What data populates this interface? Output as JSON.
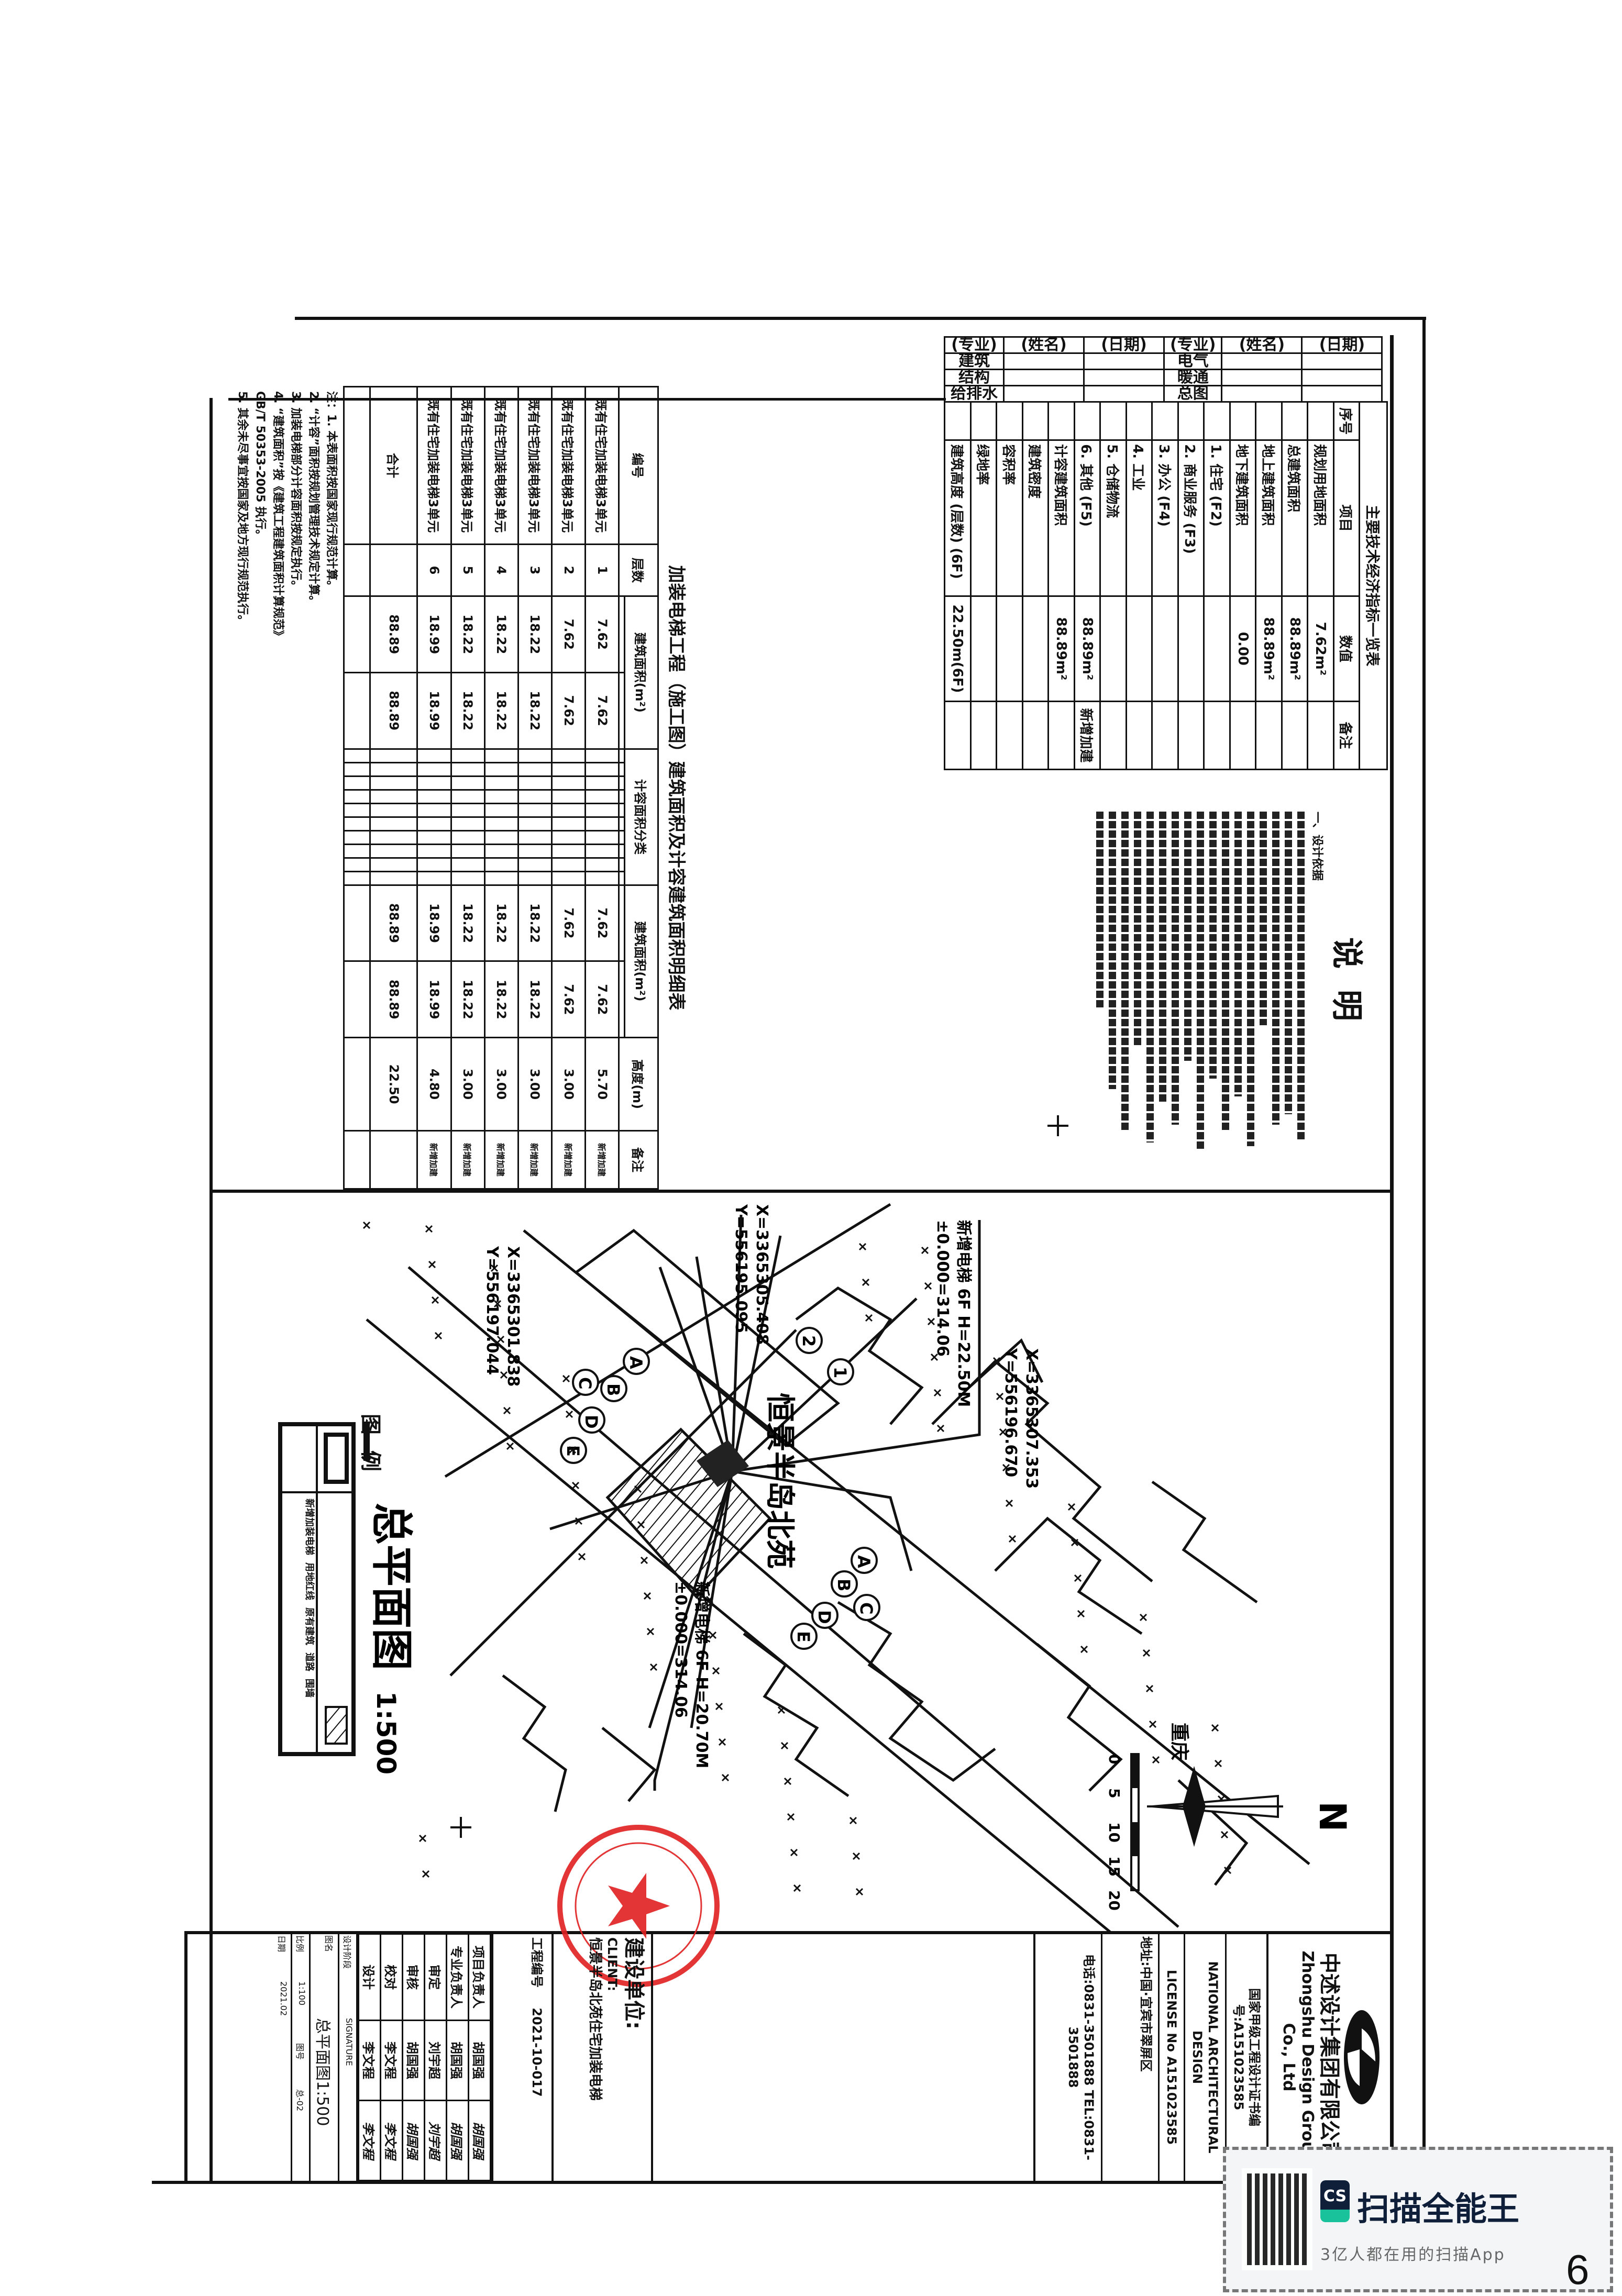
{
  "signoff": {
    "headers": [
      "(专业)",
      "(姓名)",
      "(日期)"
    ],
    "left_disciplines": [
      "建筑",
      "结构",
      "给排水"
    ],
    "right_disciplines": [
      "电气",
      "暖通",
      "总图"
    ]
  },
  "indicators": {
    "title": "主要技术经济指标一览表",
    "headers": [
      "序号",
      "项目",
      "数值",
      "备注"
    ],
    "rows": [
      {
        "label": "规划用地面积",
        "value": "7.62m²",
        "note": ""
      },
      {
        "label": "总建筑面积",
        "value": "88.89m²",
        "note": ""
      },
      {
        "label": "地上建筑面积",
        "value": "88.89m²",
        "note": ""
      },
      {
        "label": "地下建筑面积",
        "value": "0.00",
        "note": ""
      },
      {
        "label": "1. 住宅 (F2)",
        "value": "",
        "note": ""
      },
      {
        "label": "2. 商业服务 (F3)",
        "value": "",
        "note": ""
      },
      {
        "label": "3. 办公 (F4)",
        "value": "",
        "note": ""
      },
      {
        "label": "4. 工业",
        "value": "",
        "note": ""
      },
      {
        "label": "5. 仓储物流",
        "value": "",
        "note": ""
      },
      {
        "label": "6. 其他 (F5)",
        "value": "88.89m²",
        "note": "新增加建"
      },
      {
        "label": "计容建筑面积",
        "value": "88.89m²",
        "note": ""
      },
      {
        "label": "建筑密度",
        "value": "",
        "note": ""
      },
      {
        "label": "容积率",
        "value": "",
        "note": ""
      },
      {
        "label": "绿地率",
        "value": "",
        "note": ""
      },
      {
        "label": "建筑高度 (层数) (6F)",
        "value": "22.50m(6F)",
        "note": ""
      }
    ]
  },
  "notes_right": {
    "heading": "说明",
    "first_item": "一、设计依据"
  },
  "area_table": {
    "title": "加装电梯工程（施工图）建筑面积及计容建筑面积明细表",
    "headers": [
      "编号",
      "层数",
      "建筑面积(m²)",
      "计容面积分类",
      "高度(m)",
      "备注"
    ],
    "subheader": "计容面积分类",
    "rows": [
      {
        "name": "既有住宅加装电梯3单元",
        "floor": "1",
        "area": "7.62",
        "area2": "7.62",
        "floor_area": "7.62",
        "floor_area2": "7.62",
        "height": "5.70",
        "note": "新增加建"
      },
      {
        "name": "既有住宅加装电梯3单元",
        "floor": "2",
        "area": "7.62",
        "area2": "7.62",
        "floor_area": "7.62",
        "floor_area2": "7.62",
        "height": "3.00",
        "note": "新增加建"
      },
      {
        "name": "既有住宅加装电梯3单元",
        "floor": "3",
        "area": "18.22",
        "area2": "18.22",
        "floor_area": "18.22",
        "floor_area2": "18.22",
        "height": "3.00",
        "note": "新增加建"
      },
      {
        "name": "既有住宅加装电梯3单元",
        "floor": "4",
        "area": "18.22",
        "area2": "18.22",
        "floor_area": "18.22",
        "floor_area2": "18.22",
        "height": "3.00",
        "note": "新增加建"
      },
      {
        "name": "既有住宅加装电梯3单元",
        "floor": "5",
        "area": "18.22",
        "area2": "18.22",
        "floor_area": "18.22",
        "floor_area2": "18.22",
        "height": "3.00",
        "note": "新增加建"
      },
      {
        "name": "既有住宅加装电梯3单元",
        "floor": "6",
        "area": "18.99",
        "area2": "18.99",
        "floor_area": "18.99",
        "floor_area2": "18.99",
        "height": "4.80",
        "note": "新增加建"
      }
    ],
    "total_label": "合计",
    "total_area": "88.89",
    "total_area2": "88.89",
    "total_height": "22.50",
    "notes": [
      "注：1. 本表面积按国家现行规范计算。",
      "2. “计容”面积按规划管理技术规定计算。",
      "3. 加装电梯部分计容面积按规定执行。",
      "4. “建筑面积”按《建筑工程建筑面积计算规范》",
      "GB/T 50353-2005 执行。",
      "5. 其余未尽事宜按国家及地方现行规范执行。"
    ]
  },
  "site_plan": {
    "title": "总平面图",
    "scale": "1:500",
    "community_name": "恒景半岛北苑",
    "building1": {
      "label": "新增电梯 6F H=22.50M",
      "datum": "±0.000=314.06"
    },
    "building2": {
      "label": "新增电梯 6F H=20.70M",
      "datum": "±0.000=314.06"
    },
    "coords": [
      {
        "x": "X=3365305.408",
        "y": "Y=556195.095"
      },
      {
        "x": "X=3365307.353",
        "y": "Y=556196.670"
      },
      {
        "x": "X=3365301.838",
        "y": "Y=556197.044"
      }
    ],
    "unit_markers": [
      "A",
      "B",
      "C",
      "D",
      "E"
    ],
    "building_numbers": [
      "1",
      "2"
    ],
    "north": "N",
    "city": "重庆",
    "scale_ticks": [
      "0",
      "5",
      "10",
      "15",
      "20"
    ],
    "legend": {
      "title": "图例",
      "items": [
        "新增加装电梯",
        "用地红线",
        "原有建筑",
        "道路",
        "围墙"
      ]
    }
  },
  "title_block": {
    "company_cn": "中述设计集团有限公司",
    "company_en": "Zhongshu Design Group Co., Ltd",
    "license_cn": "国家甲级工程设计证书编号:A151023585",
    "license_en1": "NATIONAL ARCHITECTURAL DESIGN",
    "license_en2": "LICENSE No A151023585",
    "address": "地址:中国·宜宾市翠屏区",
    "phone": "电话:0831-3501888    TEL:0831-3501888",
    "client_label": "建设单位:",
    "client_label_en": "CLIENT:",
    "client_name": "恒景半岛北苑住宅加装电梯",
    "project_no_label": "工程编号",
    "project_no": "2021-10-017",
    "roles": [
      {
        "role": "项目负责人",
        "name": "胡国强"
      },
      {
        "role": "专业负责人",
        "name": "胡国强"
      },
      {
        "role": "审定",
        "name": "刘宇超"
      },
      {
        "role": "审核",
        "name": "胡国强"
      },
      {
        "role": "校对",
        "name": "李文程"
      },
      {
        "role": "设计",
        "name": "李文程"
      }
    ],
    "signature_header": "SIGNATURE",
    "design_stage": "设计阶段",
    "drawing_name_label": "图名",
    "drawing_name": "总平面图1:500",
    "scale_label": "比例",
    "scale": "1:100",
    "drawing_no_label": "图号",
    "drawing_no": "总-02",
    "date_label": "日期",
    "date": "2021.02"
  },
  "watermark": {
    "app_name": "扫描全能王",
    "tagline": "3亿人都在用的扫描App",
    "badge": "CS"
  },
  "page_number": "6",
  "colors": {
    "ink": "#111111",
    "stamp": "#e02020",
    "brand_teal": "#19c29b",
    "brand_navy": "#0f1f3a"
  }
}
